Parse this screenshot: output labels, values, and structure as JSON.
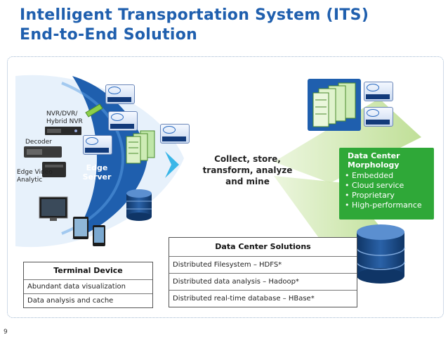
{
  "title": {
    "line1": "Intelligent Transportation System (ITS)",
    "line2": "End-to-End Solution"
  },
  "devices": {
    "nvr_label": "NVR/DVR/\nHybrid NVR",
    "decoder_label": "Decoder",
    "edge_video_label": "Edge Video\nAnalytic"
  },
  "edge_server": "Edge\nServer",
  "collect_text": "Collect, store,\ntransform, analyze\nand mine",
  "data_center_morphology": {
    "heading": "Data Center\nMorphology",
    "items": [
      "Embedded",
      "Cloud service",
      "Proprietary",
      "High-performance"
    ]
  },
  "data_center_solutions": {
    "header": "Data Center Solutions",
    "rows": [
      "Distributed Filesystem – HDFS*",
      "Distributed data analysis – Hadoop*",
      "Distributed real-time database – HBase*"
    ]
  },
  "terminal_device": {
    "header": "Terminal Device",
    "rows": [
      "Abundant data visualization",
      "Data analysis and cache"
    ]
  },
  "page_number": "9",
  "colors": {
    "title": "#1f5fae",
    "edge_arc": "#1f5fae",
    "accent_cyan": "#39b6e8",
    "green": "#2fa838",
    "light_green": "#c7e6a2"
  }
}
